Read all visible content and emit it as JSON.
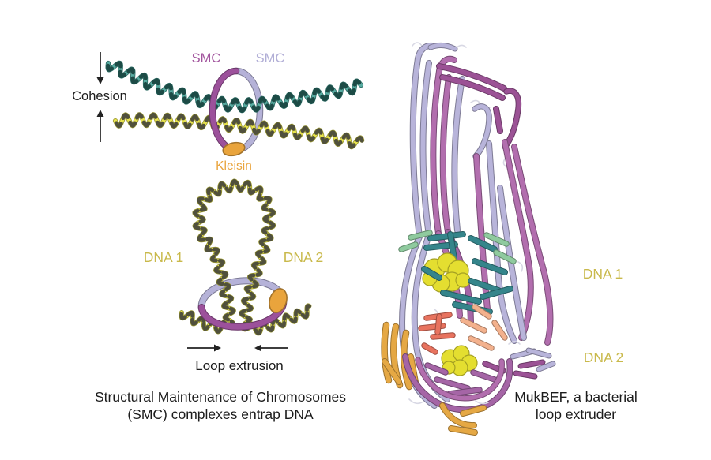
{
  "figure": {
    "left_panel": {
      "cohesion_label": "Cohesion",
      "smc_label_left": "SMC",
      "smc_label_right": "SMC",
      "kleisin_label": "Kleisin",
      "dna1_label": "DNA 1",
      "dna2_label": "DNA 2",
      "loop_extrusion_label": "Loop extrusion",
      "caption_line1": "Structural Maintenance of Chromosomes",
      "caption_line2": "(SMC) complexes entrap DNA"
    },
    "right_panel": {
      "dna1_label": "DNA 1",
      "dna2_label": "DNA 2",
      "caption_line1": "MukBEF, a bacterial",
      "caption_line2": "loop extruder"
    }
  },
  "colors": {
    "text": "#1c1c1c",
    "smc_magenta": "#a2559e",
    "smc_lavender": "#b1aed6",
    "kleisin_orange": "#e9a43c",
    "dna_label_yellow": "#c9b94b",
    "dna_teal": "#58aca2",
    "dna_teal_dark": "#1d4b46",
    "dna_teal_edge": "#2f6e66",
    "dna_yellow": "#e9e44d",
    "dna_yellow_dark": "#50503c",
    "dna_yellow_edge": "#9d9b33",
    "ring_magenta": "#9c519b",
    "ring_lavender": "#b5b2d8",
    "protein_lavender": "#b8b4da",
    "protein_orchid": "#b26eae",
    "protein_magenta": "#9b5295",
    "protein_purple": "#a565a6",
    "protein_teal": "#35858b",
    "protein_green": "#8fca9e",
    "protein_salmon": "#e8735f",
    "protein_light_salmon": "#f3b18d",
    "protein_orange": "#e5a844",
    "dna_surface_yellow": "#e4de30",
    "loop_coil_white": "#d8d8e4"
  }
}
